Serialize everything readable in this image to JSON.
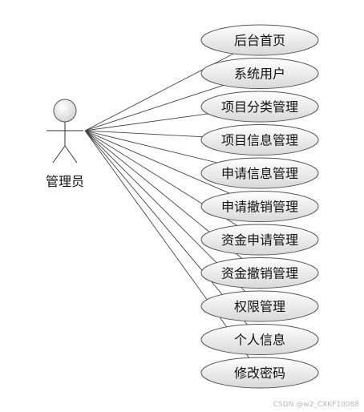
{
  "actor": {
    "label": "管理员",
    "icon": "stick-figure-icon"
  },
  "use_cases": [
    "后台首页",
    "系统用户",
    "项目分类管理",
    "项目信息管理",
    "申请信息管理",
    "申请撤销管理",
    "资金申请管理",
    "资金撤销管理",
    "权限管理",
    "个人信息",
    "修改密码"
  ],
  "watermark": "CSDN @w2_CXKF10088",
  "colors": {
    "stroke": "#555555",
    "ellipse_top": "#ffffff",
    "ellipse_bottom": "#d9d9d9",
    "actor_head_top": "#ffffff",
    "actor_head_bottom": "#cfcfcf",
    "text": "#111111"
  }
}
